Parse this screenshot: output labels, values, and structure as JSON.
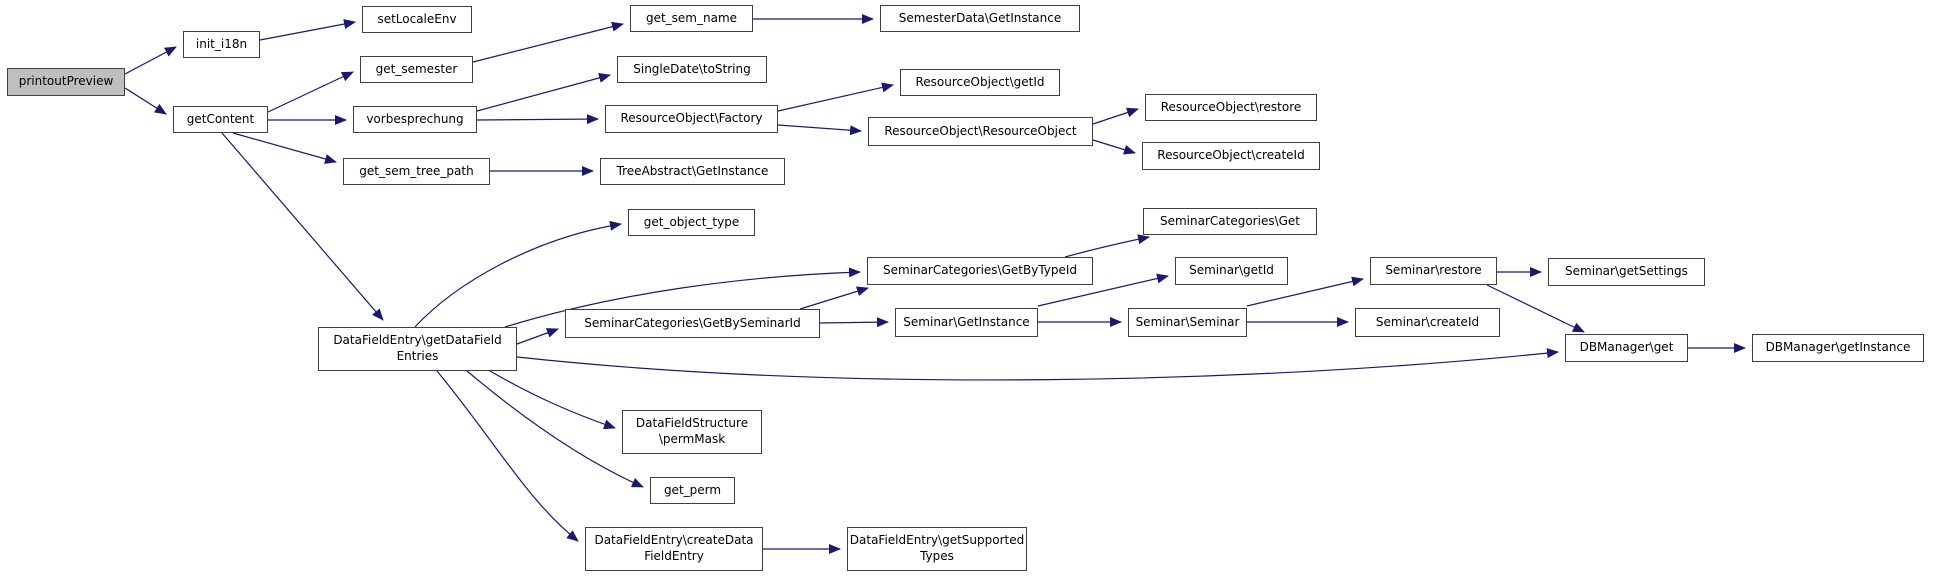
{
  "diagram": {
    "type": "call-graph",
    "root": "printoutPreview",
    "colors": {
      "edge": "#191970",
      "node_border": "#404040",
      "node_fill": "#ffffff",
      "root_fill": "#bfbfbf",
      "background": "#ffffff"
    },
    "nodes": {
      "printoutPreview": {
        "label": "printoutPreview"
      },
      "init_i18n": {
        "label": "init_i18n"
      },
      "setLocaleEnv": {
        "label": "setLocaleEnv"
      },
      "getContent": {
        "label": "getContent"
      },
      "get_semester": {
        "label": "get_semester"
      },
      "vorbesprechung": {
        "label": "vorbesprechung"
      },
      "get_sem_name": {
        "label": "get_sem_name"
      },
      "SemesterData_GetInstance": {
        "label": "SemesterData\\GetInstance"
      },
      "SingleDate_toString": {
        "label": "SingleDate\\toString"
      },
      "ResourceObject_Factory": {
        "label": "ResourceObject\\Factory"
      },
      "ResourceObject_getId": {
        "label": "ResourceObject\\getId"
      },
      "ResourceObject_ResourceObject": {
        "label": "ResourceObject\\ResourceObject"
      },
      "ResourceObject_restore": {
        "label": "ResourceObject\\restore"
      },
      "ResourceObject_createId": {
        "label": "ResourceObject\\createId"
      },
      "get_sem_tree_path": {
        "label": "get_sem_tree_path"
      },
      "TreeAbstract_GetInstance": {
        "label": "TreeAbstract\\GetInstance"
      },
      "get_object_type": {
        "label": "get_object_type"
      },
      "DataFieldEntry_getDataFieldEntries": {
        "line1": "DataFieldEntry\\getDataField",
        "line2": "Entries"
      },
      "SeminarCategories_GetByTypeId": {
        "label": "SeminarCategories\\GetByTypeId"
      },
      "SeminarCategories_Get": {
        "label": "SeminarCategories\\Get"
      },
      "SeminarCategories_GetBySeminarId": {
        "label": "SeminarCategories\\GetBySeminarId"
      },
      "Seminar_getId": {
        "label": "Seminar\\getId"
      },
      "Seminar_restore": {
        "label": "Seminar\\restore"
      },
      "Seminar_getSettings": {
        "label": "Seminar\\getSettings"
      },
      "Seminar_GetInstance": {
        "label": "Seminar\\GetInstance"
      },
      "Seminar_Seminar": {
        "label": "Seminar\\Seminar"
      },
      "Seminar_createId": {
        "label": "Seminar\\createId"
      },
      "DBManager_get": {
        "label": "DBManager\\get"
      },
      "DBManager_getInstance": {
        "label": "DBManager\\getInstance"
      },
      "DataFieldStructure_permMask": {
        "line1": "DataFieldStructure",
        "line2": "\\permMask"
      },
      "get_perm": {
        "label": "get_perm"
      },
      "DataFieldEntry_createDataFieldEntry": {
        "line1": "DataFieldEntry\\createData",
        "line2": "FieldEntry"
      },
      "DataFieldEntry_getSupportedTypes": {
        "line1": "DataFieldEntry\\getSupported",
        "line2": "Types"
      }
    },
    "edges": [
      {
        "from": "printoutPreview",
        "to": "init_i18n"
      },
      {
        "from": "printoutPreview",
        "to": "getContent"
      },
      {
        "from": "init_i18n",
        "to": "setLocaleEnv"
      },
      {
        "from": "getContent",
        "to": "get_semester"
      },
      {
        "from": "getContent",
        "to": "vorbesprechung"
      },
      {
        "from": "getContent",
        "to": "get_sem_tree_path"
      },
      {
        "from": "getContent",
        "to": "DataFieldEntry_getDataFieldEntries"
      },
      {
        "from": "get_semester",
        "to": "get_sem_name"
      },
      {
        "from": "get_sem_name",
        "to": "SemesterData_GetInstance"
      },
      {
        "from": "vorbesprechung",
        "to": "SingleDate_toString"
      },
      {
        "from": "vorbesprechung",
        "to": "ResourceObject_Factory"
      },
      {
        "from": "ResourceObject_Factory",
        "to": "ResourceObject_getId"
      },
      {
        "from": "ResourceObject_Factory",
        "to": "ResourceObject_ResourceObject"
      },
      {
        "from": "ResourceObject_ResourceObject",
        "to": "ResourceObject_restore"
      },
      {
        "from": "ResourceObject_ResourceObject",
        "to": "ResourceObject_createId"
      },
      {
        "from": "get_sem_tree_path",
        "to": "TreeAbstract_GetInstance"
      },
      {
        "from": "DataFieldEntry_getDataFieldEntries",
        "to": "get_object_type"
      },
      {
        "from": "DataFieldEntry_getDataFieldEntries",
        "to": "SeminarCategories_GetByTypeId"
      },
      {
        "from": "DataFieldEntry_getDataFieldEntries",
        "to": "SeminarCategories_GetBySeminarId"
      },
      {
        "from": "DataFieldEntry_getDataFieldEntries",
        "to": "DBManager_get"
      },
      {
        "from": "DataFieldEntry_getDataFieldEntries",
        "to": "DataFieldStructure_permMask"
      },
      {
        "from": "DataFieldEntry_getDataFieldEntries",
        "to": "get_perm"
      },
      {
        "from": "DataFieldEntry_getDataFieldEntries",
        "to": "DataFieldEntry_createDataFieldEntry"
      },
      {
        "from": "SeminarCategories_GetBySeminarId",
        "to": "SeminarCategories_GetByTypeId"
      },
      {
        "from": "SeminarCategories_GetBySeminarId",
        "to": "Seminar_GetInstance"
      },
      {
        "from": "SeminarCategories_GetByTypeId",
        "to": "SeminarCategories_Get"
      },
      {
        "from": "Seminar_GetInstance",
        "to": "Seminar_getId"
      },
      {
        "from": "Seminar_GetInstance",
        "to": "Seminar_Seminar"
      },
      {
        "from": "Seminar_Seminar",
        "to": "Seminar_restore"
      },
      {
        "from": "Seminar_Seminar",
        "to": "Seminar_createId"
      },
      {
        "from": "Seminar_restore",
        "to": "Seminar_getSettings"
      },
      {
        "from": "Seminar_restore",
        "to": "DBManager_get"
      },
      {
        "from": "DBManager_get",
        "to": "DBManager_getInstance"
      },
      {
        "from": "DataFieldEntry_createDataFieldEntry",
        "to": "DataFieldEntry_getSupportedTypes"
      }
    ]
  }
}
